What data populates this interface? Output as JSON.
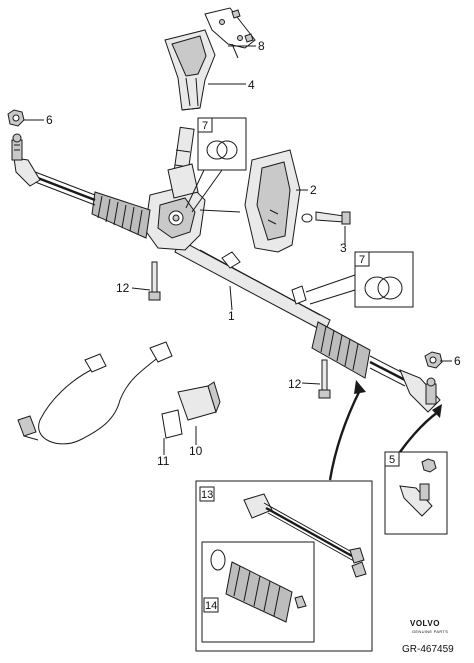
{
  "callouts": {
    "c1": "1",
    "c2": "2",
    "c3": "3",
    "c4": "4",
    "c5": "5",
    "c6a": "6",
    "c6b": "6",
    "c7a": "7",
    "c7b": "7",
    "c8": "8",
    "c10": "10",
    "c11": "11",
    "c12a": "12",
    "c12b": "12",
    "c13": "13",
    "c14": "14"
  },
  "branding": {
    "logo_text": "VOLVO",
    "logo_subtext": "GENUINE PARTS",
    "reference_code": "GR-467459"
  }
}
